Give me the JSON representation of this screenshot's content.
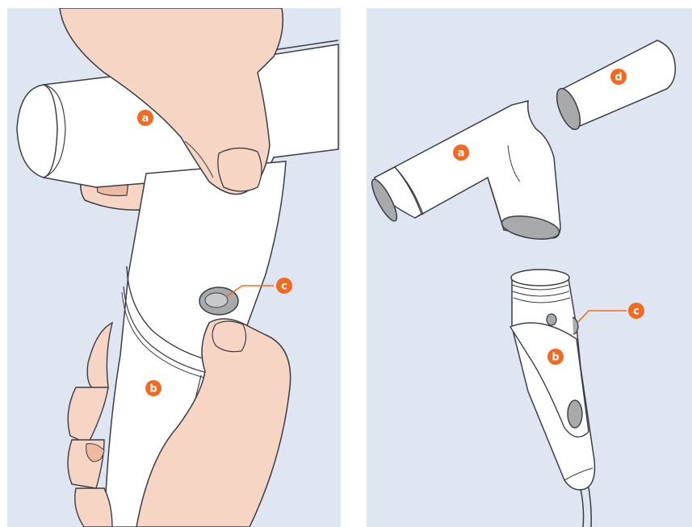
{
  "colors": {
    "background": "#dfe5f1",
    "device": "#ffffff",
    "outline": "#3a3d44",
    "skin": "#f6d5c5",
    "skin_shadow": "#eebaa2",
    "gray_part": "#a7a9ab",
    "accent": "#f26a21"
  },
  "left_panel": {
    "labels": {
      "a": "a",
      "b": "b",
      "c": "c"
    }
  },
  "right_panel": {
    "labels": {
      "a": "a",
      "b": "b",
      "c": "c",
      "d": "d"
    }
  }
}
